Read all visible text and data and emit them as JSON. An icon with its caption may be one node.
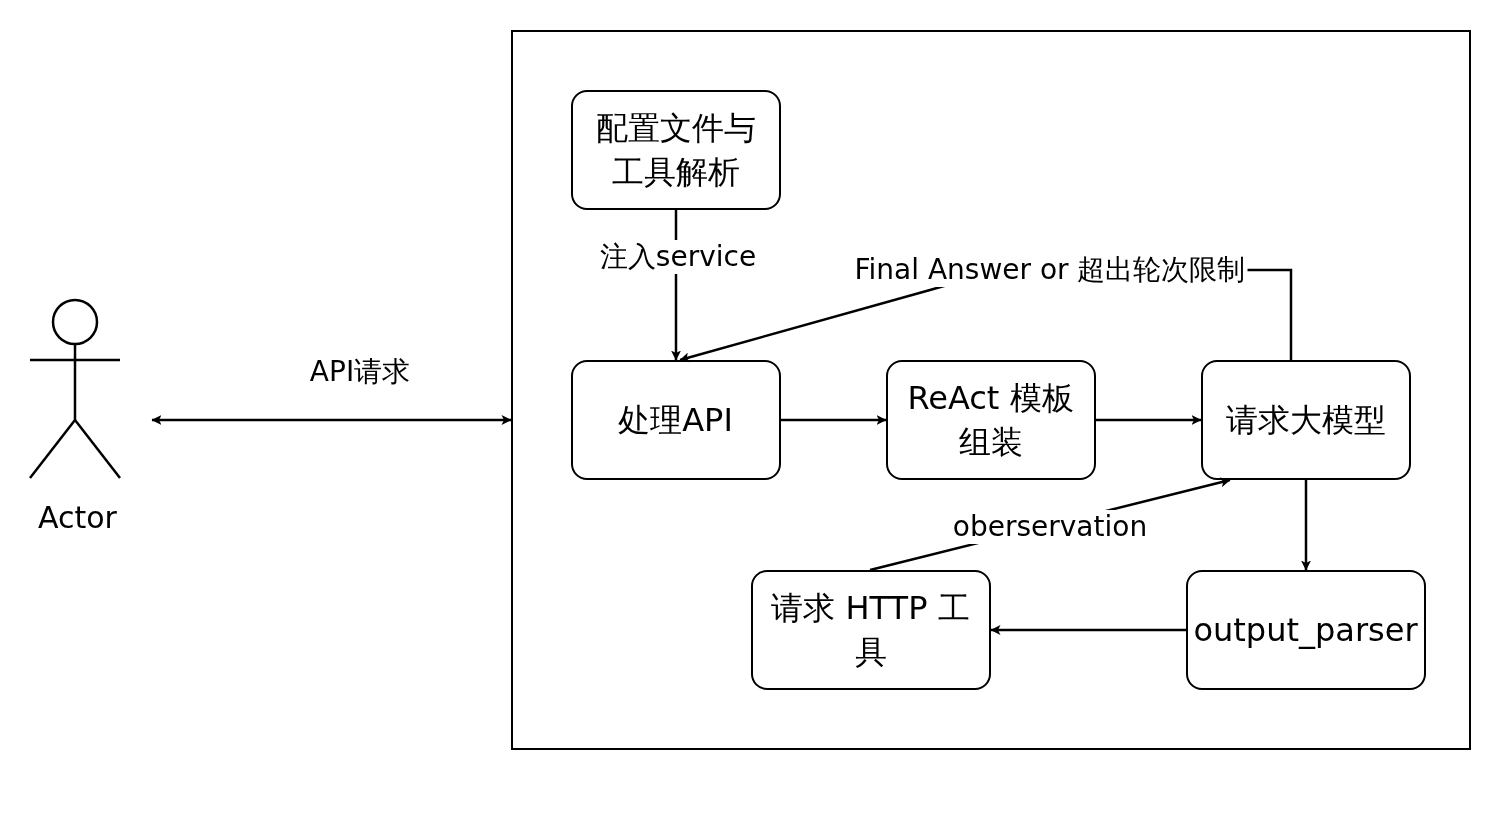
{
  "diagram": {
    "nodes": [
      {
        "text": [
          "Actor"
        ]
      },
      {
        "text": [],
        "shape": "box"
      },
      {
        "text": [
          "配置文件与工具解析"
        ],
        "in": 1
      },
      {
        "text": [
          "处理API"
        ],
        "in": 1
      },
      {
        "text": [
          "ReAct 模板组装"
        ],
        "in": 1
      },
      {
        "text": [
          "请求大模型"
        ],
        "in": 1
      },
      {
        "text": [
          "请求 HTTP 工具"
        ],
        "in": 1
      },
      {
        "text": [
          "output_parser"
        ],
        "in": 1
      }
    ],
    "edges": [
      {
        "from": 0,
        "to": 1,
        "arrow": "both",
        "label": "API请求"
      },
      {
        "from": 2,
        "to": 3,
        "arrow": "to",
        "label": "注入service"
      },
      {
        "from": 5,
        "to": 3,
        "arrow": "to",
        "label": "Final Answer or 超出轮次限制"
      },
      {
        "from": 3,
        "to": 4,
        "arrow": "to"
      },
      {
        "from": 4,
        "to": 5,
        "arrow": "to"
      },
      {
        "from": 5,
        "to": 7,
        "arrow": "to"
      },
      {
        "from": 7,
        "to": 6,
        "arrow": "to"
      },
      {
        "from": 6,
        "to": 5,
        "arrow": "to",
        "label": "oberservation"
      }
    ]
  }
}
